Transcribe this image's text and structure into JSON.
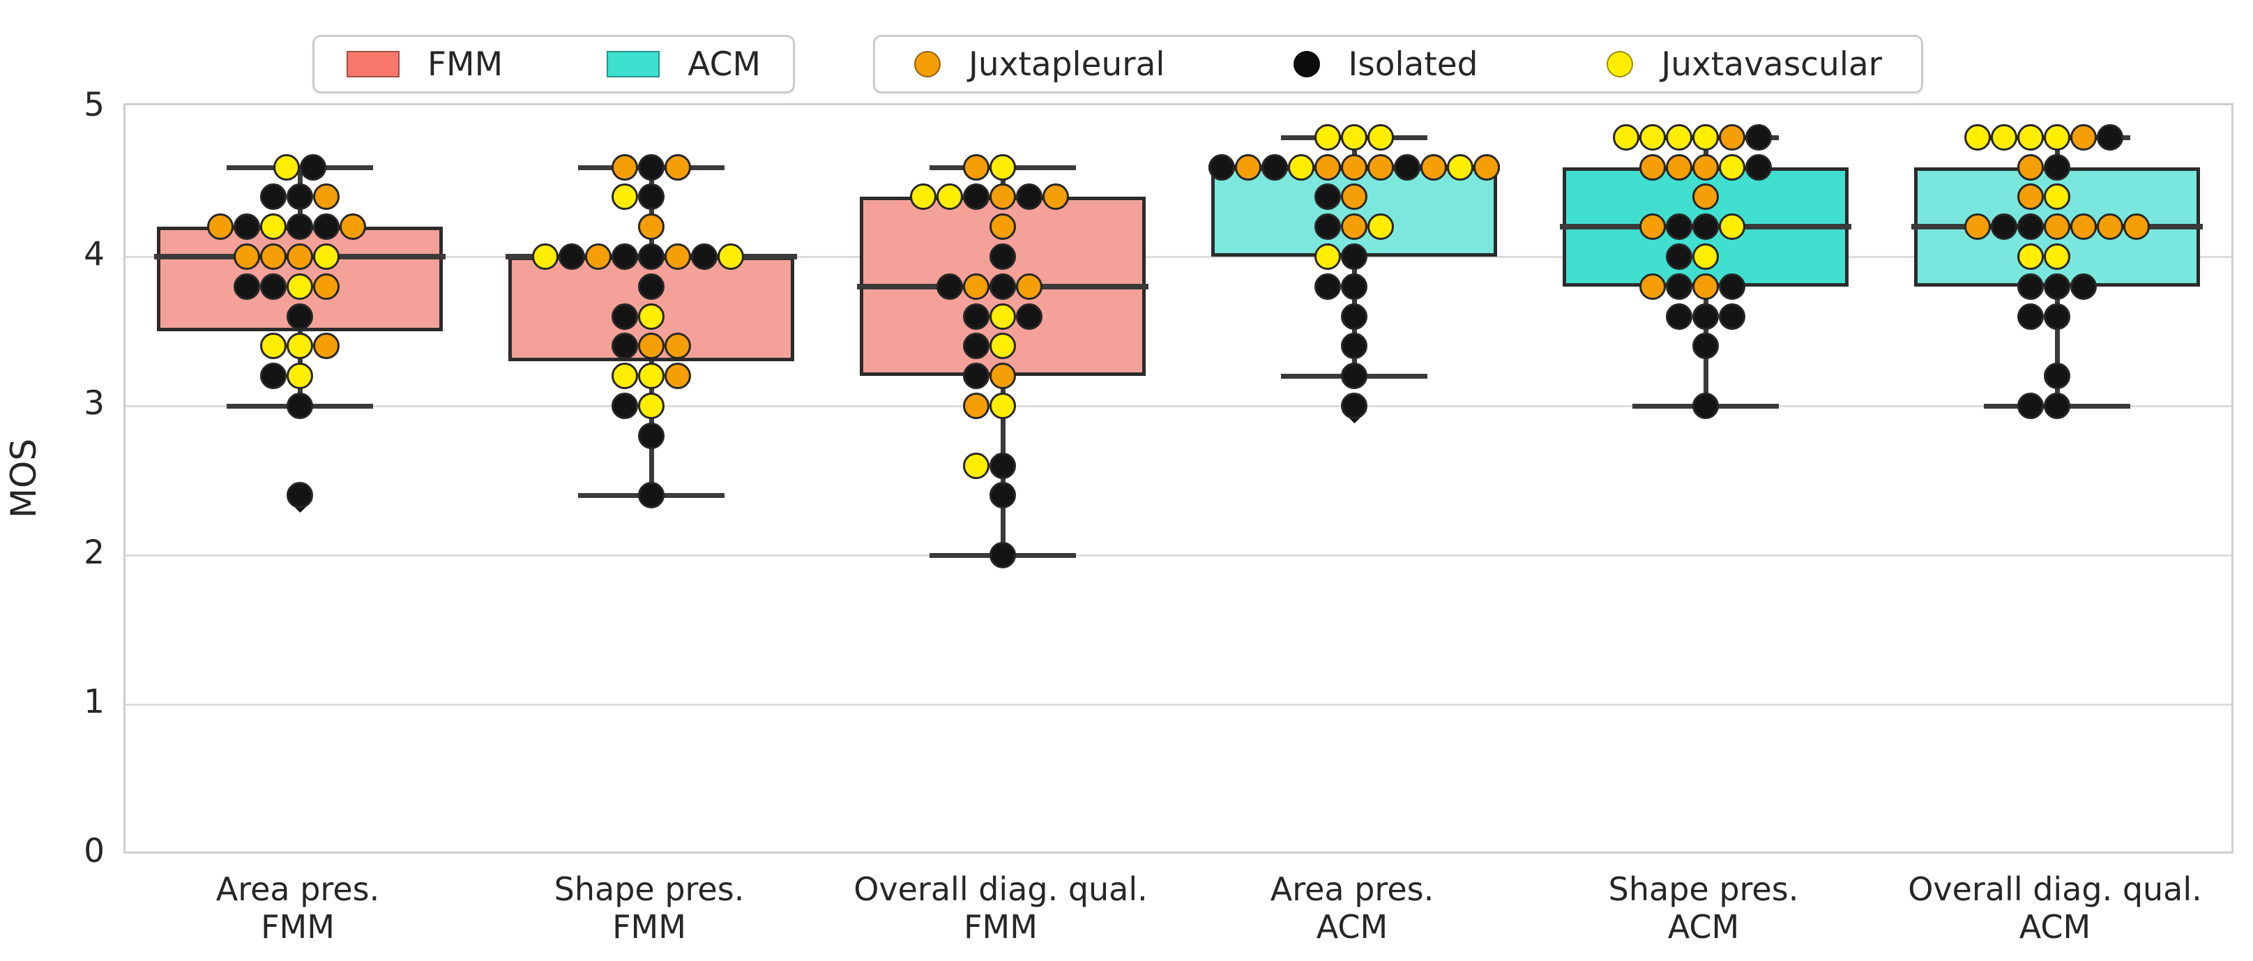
{
  "chart_data": {
    "type": "boxplot-swarm",
    "ylabel": "MOS",
    "ylim": [
      0,
      5
    ],
    "yticks": [
      0,
      1,
      2,
      3,
      4,
      5
    ],
    "grid": "horizontal",
    "legend_position": "top",
    "point_colors": {
      "O": "#f59e06",
      "K": "#141414",
      "Y": "#ffee00"
    },
    "legend_models": [
      {
        "label": "FMM",
        "color": "#f8796c"
      },
      {
        "label": "ACM",
        "color": "#3ee0cf"
      }
    ],
    "legend_points": [
      {
        "key": "O",
        "label": "Juxtapleural",
        "color": "#f59e06"
      },
      {
        "key": "K",
        "label": "Isolated",
        "color": "#0c0c0c"
      },
      {
        "key": "Y",
        "label": "Juxtavascular",
        "color": "#ffee00"
      }
    ],
    "groups": [
      {
        "label": [
          "Area pres.",
          "FMM"
        ],
        "model": "FMM",
        "fill": "#f4a299",
        "box": {
          "whisker_low": 3.0,
          "q1": 3.5,
          "median": 4.0,
          "q3": 4.2,
          "whisker_high": 4.6,
          "fliers": [
            2.4
          ]
        },
        "points": [
          {
            "v": 4.6,
            "c": [
              "Y",
              "K"
            ]
          },
          {
            "v": 4.4,
            "c": [
              "K",
              "K",
              "O"
            ]
          },
          {
            "v": 4.2,
            "c": [
              "O",
              "K",
              "Y",
              "K",
              "K",
              "O"
            ],
            "s": -0.5
          },
          {
            "v": 4.0,
            "c": [
              "O",
              "O",
              "O",
              "Y"
            ],
            "s": -0.5
          },
          {
            "v": 3.8,
            "c": [
              "K",
              "K",
              "Y",
              "O"
            ],
            "s": -0.5
          },
          {
            "v": 3.6,
            "c": [
              "K"
            ]
          },
          {
            "v": 3.4,
            "c": [
              "Y",
              "Y",
              "O"
            ]
          },
          {
            "v": 3.2,
            "c": [
              "K",
              "Y"
            ],
            "s": -0.5
          },
          {
            "v": 3.0,
            "c": [
              "K"
            ]
          },
          {
            "v": 2.4,
            "c": [
              "K"
            ]
          }
        ]
      },
      {
        "label": [
          "Shape pres.",
          "FMM"
        ],
        "model": "FMM",
        "fill": "#f4a299",
        "box": {
          "whisker_low": 2.4,
          "q1": 3.3,
          "median": 4.0,
          "q3": 4.0,
          "whisker_high": 4.6,
          "fliers": []
        },
        "points": [
          {
            "v": 4.6,
            "c": [
              "O",
              "K",
              "O"
            ]
          },
          {
            "v": 4.4,
            "c": [
              "Y",
              "K"
            ],
            "s": -0.5
          },
          {
            "v": 4.2,
            "c": [
              "O"
            ]
          },
          {
            "v": 4.0,
            "c": [
              "Y",
              "K",
              "O",
              "K",
              "K",
              "O",
              "K",
              "Y"
            ],
            "s": -0.5
          },
          {
            "v": 3.8,
            "c": [
              "K"
            ]
          },
          {
            "v": 3.6,
            "c": [
              "K",
              "Y"
            ],
            "s": -0.5
          },
          {
            "v": 3.4,
            "c": [
              "K",
              "O",
              "O"
            ]
          },
          {
            "v": 3.2,
            "c": [
              "Y",
              "Y",
              "O"
            ]
          },
          {
            "v": 3.0,
            "c": [
              "K",
              "Y"
            ],
            "s": -0.5
          },
          {
            "v": 2.8,
            "c": [
              "K"
            ]
          },
          {
            "v": 2.4,
            "c": [
              "K"
            ]
          }
        ]
      },
      {
        "label": [
          "Overall diag. qual.",
          "FMM"
        ],
        "model": "FMM",
        "fill": "#f4a299",
        "box": {
          "whisker_low": 2.0,
          "q1": 3.2,
          "median": 3.8,
          "q3": 4.4,
          "whisker_high": 4.6,
          "fliers": []
        },
        "points": [
          {
            "v": 4.6,
            "c": [
              "O",
              "Y"
            ],
            "s": -0.5
          },
          {
            "v": 4.4,
            "c": [
              "Y",
              "Y",
              "K",
              "O",
              "K",
              "O"
            ],
            "s": -0.5
          },
          {
            "v": 4.2,
            "c": [
              "O"
            ]
          },
          {
            "v": 4.0,
            "c": [
              "K"
            ]
          },
          {
            "v": 3.8,
            "c": [
              "K",
              "O",
              "K",
              "O"
            ],
            "s": -0.5
          },
          {
            "v": 3.6,
            "c": [
              "K",
              "Y",
              "K"
            ]
          },
          {
            "v": 3.4,
            "c": [
              "K",
              "Y"
            ],
            "s": -0.5
          },
          {
            "v": 3.2,
            "c": [
              "K",
              "O"
            ],
            "s": -0.5
          },
          {
            "v": 3.0,
            "c": [
              "O",
              "Y"
            ],
            "s": -0.5
          },
          {
            "v": 2.6,
            "c": [
              "Y",
              "K"
            ],
            "s": -0.5
          },
          {
            "v": 2.4,
            "c": [
              "K"
            ]
          },
          {
            "v": 2.0,
            "c": [
              "K"
            ]
          }
        ]
      },
      {
        "label": [
          "Area pres.",
          "ACM"
        ],
        "model": "ACM",
        "fill": "#7ce8dd",
        "box": {
          "whisker_low": 3.2,
          "q1": 4.0,
          "median": 4.6,
          "q3": 4.6,
          "whisker_high": 4.8,
          "fliers": [
            3.0
          ]
        },
        "points": [
          {
            "v": 4.8,
            "c": [
              "Y",
              "Y",
              "Y"
            ]
          },
          {
            "v": 4.6,
            "c": [
              "K",
              "O",
              "K",
              "Y",
              "O",
              "O",
              "O",
              "K",
              "O",
              "Y",
              "O"
            ]
          },
          {
            "v": 4.4,
            "c": [
              "K",
              "O"
            ],
            "s": -0.5
          },
          {
            "v": 4.2,
            "c": [
              "K",
              "O",
              "Y"
            ]
          },
          {
            "v": 4.0,
            "c": [
              "Y",
              "K"
            ],
            "s": -0.5
          },
          {
            "v": 3.8,
            "c": [
              "K",
              "K"
            ],
            "s": -0.5
          },
          {
            "v": 3.6,
            "c": [
              "K"
            ]
          },
          {
            "v": 3.4,
            "c": [
              "K"
            ]
          },
          {
            "v": 3.2,
            "c": [
              "K"
            ]
          },
          {
            "v": 3.0,
            "c": [
              "K"
            ]
          }
        ]
      },
      {
        "label": [
          "Shape pres.",
          "ACM"
        ],
        "model": "ACM",
        "fill": "#40dfd0",
        "box": {
          "whisker_low": 3.0,
          "q1": 3.8,
          "median": 4.2,
          "q3": 4.6,
          "whisker_high": 4.8,
          "fliers": []
        },
        "points": [
          {
            "v": 4.8,
            "c": [
              "Y",
              "Y",
              "Y",
              "Y",
              "O",
              "K"
            ],
            "s": -0.5
          },
          {
            "v": 4.6,
            "c": [
              "O",
              "O",
              "O",
              "Y",
              "K"
            ]
          },
          {
            "v": 4.4,
            "c": [
              "O"
            ]
          },
          {
            "v": 4.2,
            "c": [
              "O",
              "K",
              "K",
              "Y"
            ],
            "s": -0.5
          },
          {
            "v": 4.0,
            "c": [
              "K",
              "Y"
            ],
            "s": -0.5
          },
          {
            "v": 3.8,
            "c": [
              "O",
              "K",
              "O",
              "K"
            ],
            "s": -0.5
          },
          {
            "v": 3.6,
            "c": [
              "K",
              "K",
              "K"
            ]
          },
          {
            "v": 3.4,
            "c": [
              "K"
            ]
          },
          {
            "v": 3.0,
            "c": [
              "K"
            ]
          }
        ]
      },
      {
        "label": [
          "Overall diag. qual.",
          "ACM"
        ],
        "model": "ACM",
        "fill": "#79e7dd",
        "box": {
          "whisker_low": 3.0,
          "q1": 3.8,
          "median": 4.2,
          "q3": 4.6,
          "whisker_high": 4.8,
          "fliers": []
        },
        "points": [
          {
            "v": 4.8,
            "c": [
              "Y",
              "Y",
              "Y",
              "Y",
              "O",
              "K"
            ],
            "s": -0.5
          },
          {
            "v": 4.6,
            "c": [
              "O",
              "K"
            ],
            "s": -0.5
          },
          {
            "v": 4.4,
            "c": [
              "O",
              "Y"
            ],
            "s": -0.5
          },
          {
            "v": 4.2,
            "c": [
              "O",
              "K",
              "K",
              "O",
              "O",
              "O",
              "O"
            ]
          },
          {
            "v": 4.0,
            "c": [
              "Y",
              "Y"
            ],
            "s": -0.5
          },
          {
            "v": 3.8,
            "c": [
              "K",
              "K",
              "K"
            ]
          },
          {
            "v": 3.6,
            "c": [
              "K",
              "K"
            ],
            "s": -0.5
          },
          {
            "v": 3.2,
            "c": [
              "K"
            ]
          },
          {
            "v": 3.0,
            "c": [
              "K",
              "K"
            ],
            "s": -0.5
          }
        ]
      }
    ]
  },
  "style": {
    "spine_color": "#cfcfcf",
    "grid_color": "#dcdcdc",
    "line_color": "#3a3a3a",
    "box_edge_color": "#2b2b2b",
    "point_edge_color": "#262626",
    "text_color": "#262626"
  }
}
